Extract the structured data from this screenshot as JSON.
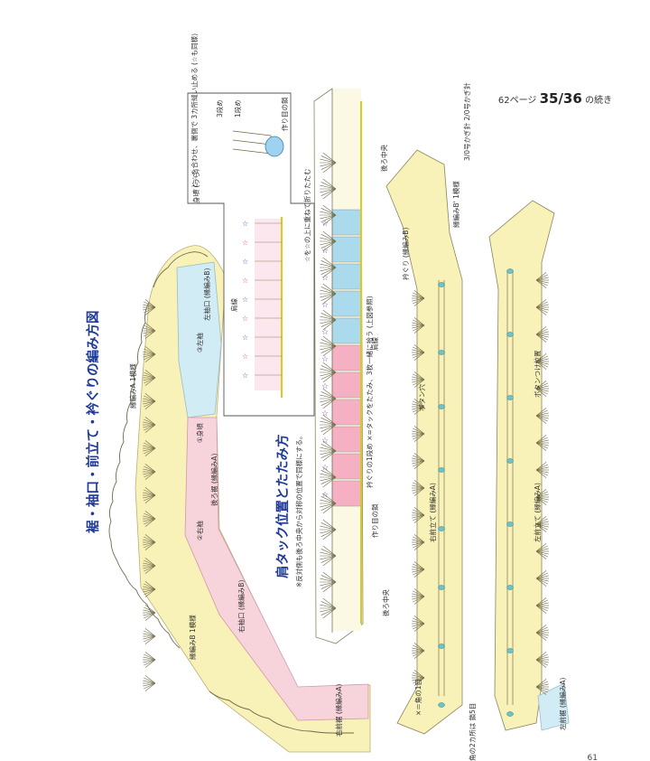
{
  "header": {
    "page_ref": "62ページ",
    "pattern_no": "35/36",
    "suffix": "の続き"
  },
  "footer": {
    "page_number": "61"
  },
  "titles": {
    "main": "裾・袖口・前立て・衿ぐりの編み方図",
    "tuck": "肩タック位置とたたみ方",
    "tuck_note": "※反対側も後ろ中央から対称の位置で同様にする。"
  },
  "labels": {
    "edge_a_top": "縁編みA 1模様",
    "edge_b_left": "縁編みB 1模様",
    "body": "①身頃",
    "left_hem": "③左袖",
    "right_sleeve": "②右袖",
    "left_cuff": "左袖口 (縁編みB)",
    "right_cuff": "右袖口 (縁編みB)",
    "back_hem": "後ろ裾 (縁編みA)",
    "right_front_hem": "右前裾 (縁編みA)",
    "left_front_hem": "左前裾 (縁編みA)",
    "back_center_top": "後ろ中央",
    "back_center_bottom": "後ろ中央",
    "shoulder_line": "肩線",
    "shoulder_line_inset": "肩線",
    "neckline": "衿ぐり (縁編みB)",
    "neck_edge": "縁編みB' 1模様",
    "right_band": "右前立て (縁編みA)",
    "left_band": "左前立て (縁編みA)",
    "button_hole": "ボタン穴",
    "button_pos": "ボタンつけ位置",
    "corner_row": "×＝角の1目",
    "corner_note": "角の2カ所は 鎖5目",
    "hook_sizes": "3/0号かぎ針 2/0号かぎ針",
    "start_chain": "作り目の鎖",
    "neck_start": "衿ぐりの1段め ×=タックをたたみ、3枚一緒に拾う (上図参照)",
    "fold_note": "☆を☆の上に重ねて折りたたむ",
    "inset_note": "☆と☆を合わせ、裏側で 3カ所縫い止める (☆も同様)",
    "inset_row3": "3段め",
    "inset_row1": "1段め",
    "inset_chain": "作り目の鎖",
    "inset_body": "身頃 (うら)"
  },
  "colors": {
    "yellow": "#f8f1b8",
    "pink": "#f7d3dc",
    "blue": "#d2ecf5",
    "tuck_pink": "#f49ab9",
    "tuck_blue": "#8fd1ee",
    "title": "#1f3a99",
    "line": "#8a8560"
  }
}
